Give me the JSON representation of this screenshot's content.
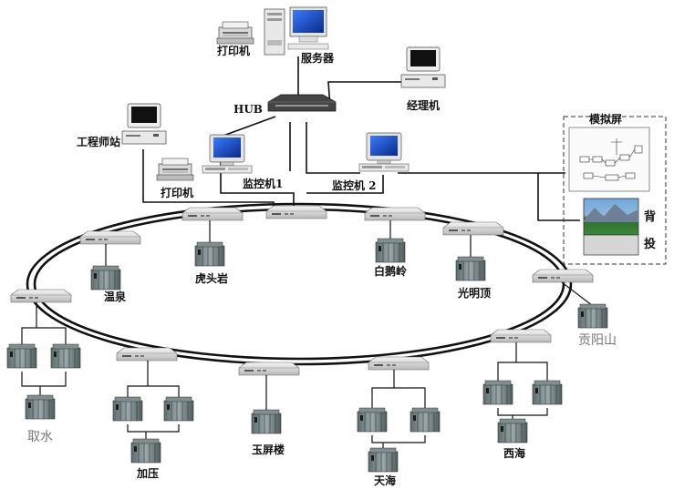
{
  "labels": {
    "printer_top": "打印机",
    "server": "服务器",
    "manager": "经理机",
    "hub": "HUB",
    "engineer": "工程师站",
    "printer_left": "打印机",
    "monitor1": "监控机1",
    "monitor2": "监控机 2",
    "sim_screen": "模拟屏",
    "back_proj_1": "背",
    "back_proj_2": "投",
    "wenquan": "温泉",
    "hutouyan": "虎头岩",
    "baihe": "白鹅岭",
    "guangming": "光明顶",
    "gongyang": "贡阳山",
    "qushui": "取水",
    "jiaya": "加压",
    "yupinglou": "玉屏楼",
    "tianhai": "天海",
    "xihai": "西海"
  },
  "colors": {
    "ring": "#111111",
    "device": "#d8d8d8",
    "plc": "#7a8a8a",
    "screen": "#2255cc"
  }
}
